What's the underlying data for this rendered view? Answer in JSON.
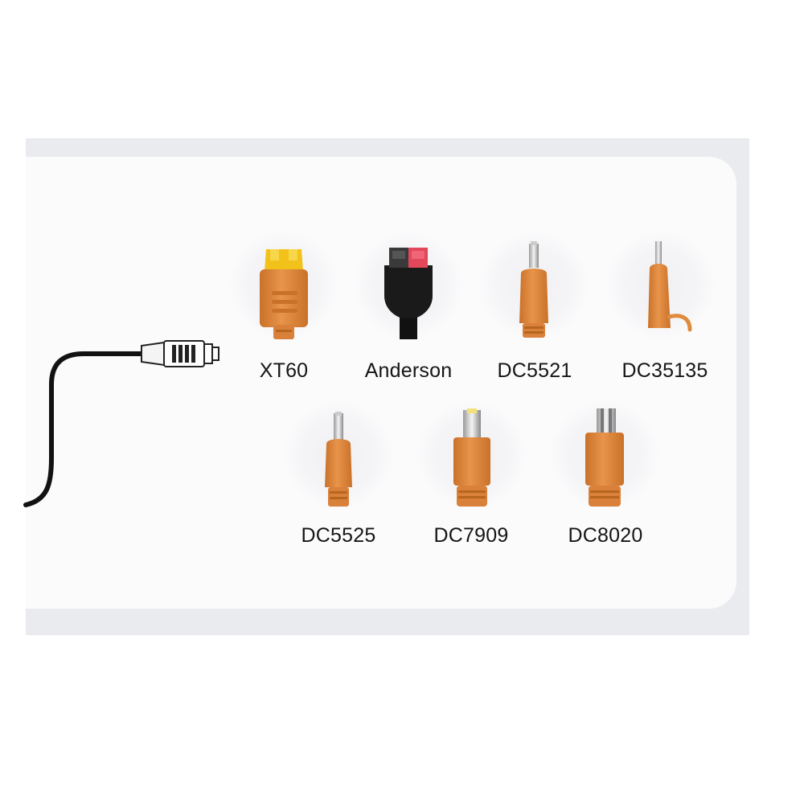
{
  "connectors": [
    {
      "label": "XT60",
      "icon": "xt60-connector-icon"
    },
    {
      "label": "Anderson",
      "icon": "anderson-connector-icon"
    },
    {
      "label": "DC5521",
      "icon": "dc5521-connector-icon"
    },
    {
      "label": "DC35135",
      "icon": "dc35135-connector-icon"
    },
    {
      "label": "DC5525",
      "icon": "dc5525-connector-icon"
    },
    {
      "label": "DC7909",
      "icon": "dc7909-connector-icon"
    },
    {
      "label": "DC8020",
      "icon": "dc8020-connector-icon"
    }
  ],
  "colors": {
    "connector_orange": "#e08a3c",
    "connector_dark_orange": "#c9712a",
    "xt60_yellow": "#f2c21b",
    "anderson_red": "#e2475a",
    "cable_black": "#121212",
    "band_gray": "#e9ebee",
    "card_white": "#fbfbfc"
  }
}
